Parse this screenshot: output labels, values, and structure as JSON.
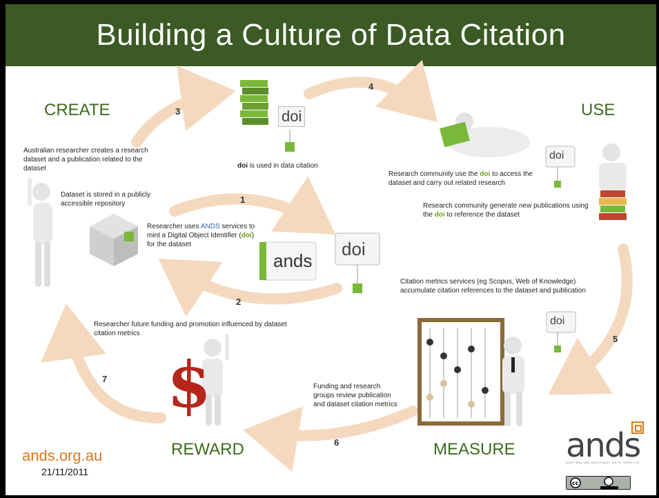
{
  "title": "Building a Culture of Data Citation",
  "stages": {
    "create": "CREATE",
    "use": "USE",
    "measure": "MEASURE",
    "reward": "REWARD"
  },
  "steps": [
    "1",
    "2",
    "3",
    "4",
    "5",
    "6",
    "7"
  ],
  "notes": {
    "create_desc": "Australian researcher creates a research dataset and a publication related to the dataset",
    "stored": "Dataset is stored in a publicly accessible repository",
    "mint_a": "Researcher uses ",
    "mint_ands": "ANDS",
    "mint_b": " services to mint a Digital Object Identifier (",
    "mint_doi": "doi",
    "mint_c": ") for the dataset",
    "doi_used_doi": "doi",
    "doi_used_rest": " is used in data citation",
    "use_access_a": "Research community use the ",
    "use_access_doi": "doi",
    "use_access_b": " to access the dataset and carry out related research",
    "use_new_a": "Research community generate new publications using the ",
    "use_new_doi": "doi",
    "use_new_b": " to reference the dataset",
    "metrics": "Citation metrics services (eg Scopus, Web of Knowledge) accumulate citation references to the dataset and publication",
    "funding": "Funding and research groups review publication and dataset citation metrics",
    "reward": "Researcher future funding and promotion influenced by dataset citation metrics"
  },
  "doi_label": "doi",
  "ands_label": "ands",
  "footer": {
    "url": "ands.org.au",
    "date": "21/11/2011",
    "logo": "ands",
    "logo_sub": "AUSTRALIAN NATIONAL DATA SERVICE"
  },
  "colors": {
    "title_bg": "#3b5a24",
    "stage_green": "#3d6a1e",
    "arrow": "#f4d9bf",
    "doi_green": "#7ab83a",
    "url_orange": "#d9791e"
  }
}
